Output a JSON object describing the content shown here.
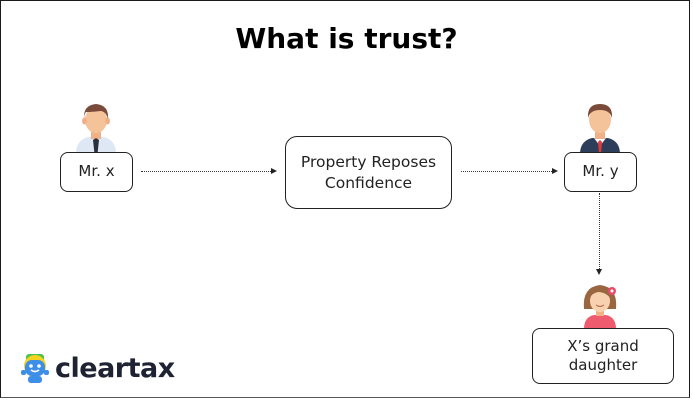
{
  "title": "What is trust?",
  "nodes": {
    "mr_x": {
      "label": "Mr. x",
      "icon": "man-shirt-icon"
    },
    "property": {
      "label_line1": "Property Reposes",
      "label_line2": "Confidence"
    },
    "mr_y": {
      "label": "Mr. y",
      "icon": "man-suit-icon"
    },
    "granddaughter": {
      "label_line1": "X’s grand",
      "label_line2": "daughter",
      "icon": "girl-icon"
    }
  },
  "edges": [
    {
      "from": "Mr. x",
      "to": "Property Reposes Confidence",
      "style": "dotted-arrow"
    },
    {
      "from": "Property Reposes Confidence",
      "to": "Mr. y",
      "style": "dotted-arrow"
    },
    {
      "from": "Mr. y",
      "to": "X’s grand daughter",
      "style": "dotted-arrow"
    }
  ],
  "brand": {
    "name": "cleartax",
    "icon": "cleartax-robot-icon"
  },
  "colors": {
    "skin": "#f5c39a",
    "hair_brown": "#7a4a3a",
    "suit": "#2c3e5a",
    "tie_red": "#e03b3b",
    "girl_dress": "#ef5b6e",
    "logo_blue": "#3d8ee8",
    "logo_yellow": "#f7d21f",
    "logo_green": "#4cc34f"
  }
}
